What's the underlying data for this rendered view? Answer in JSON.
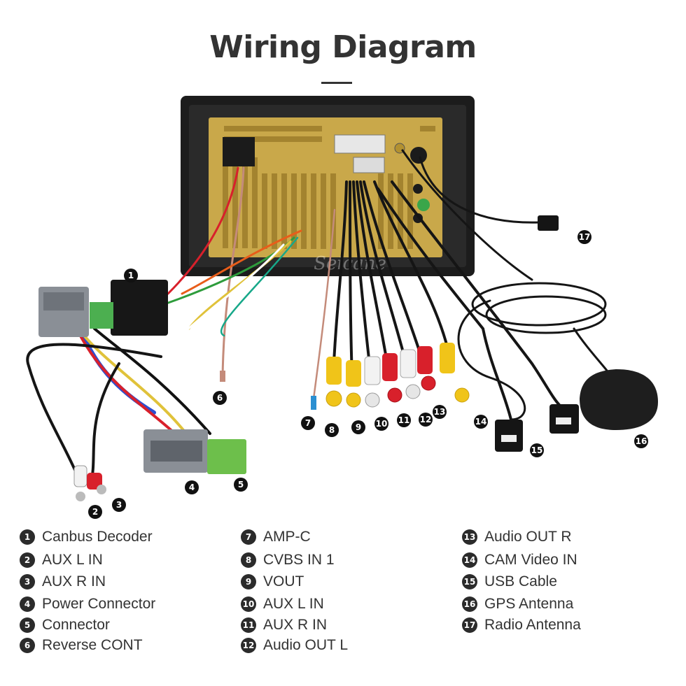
{
  "title": "Wiring Diagram",
  "watermark": "Seicane",
  "legend": [
    {
      "num": "1",
      "label": "Canbus Decoder"
    },
    {
      "num": "2",
      "label": "AUX L IN"
    },
    {
      "num": "3",
      "label": "AUX R IN"
    },
    {
      "num": "4",
      "label": "Power Connector"
    },
    {
      "num": "5",
      "label": "Connector"
    },
    {
      "num": "6",
      "label": "Reverse CONT"
    },
    {
      "num": "7",
      "label": "AMP-C"
    },
    {
      "num": "8",
      "label": "CVBS IN 1"
    },
    {
      "num": "9",
      "label": "VOUT"
    },
    {
      "num": "10",
      "label": "AUX L IN"
    },
    {
      "num": "11",
      "label": "AUX R IN"
    },
    {
      "num": "12",
      "label": "Audio OUT L"
    },
    {
      "num": "13",
      "label": "Audio OUT R"
    },
    {
      "num": "14",
      "label": "CAM Video IN"
    },
    {
      "num": "15",
      "label": "USB Cable"
    },
    {
      "num": "16",
      "label": "GPS Antenna"
    },
    {
      "num": "17",
      "label": "Radio Antenna"
    }
  ],
  "colors": {
    "frame": "#1c1c1c",
    "panel": "#c9a84a",
    "cable": "#151515",
    "rca_red": "#d8202b",
    "rca_white": "#f2f2f2",
    "rca_yellow": "#f0c419",
    "connector_gray": "#8a8f96",
    "connector_green": "#6dbf4b"
  }
}
